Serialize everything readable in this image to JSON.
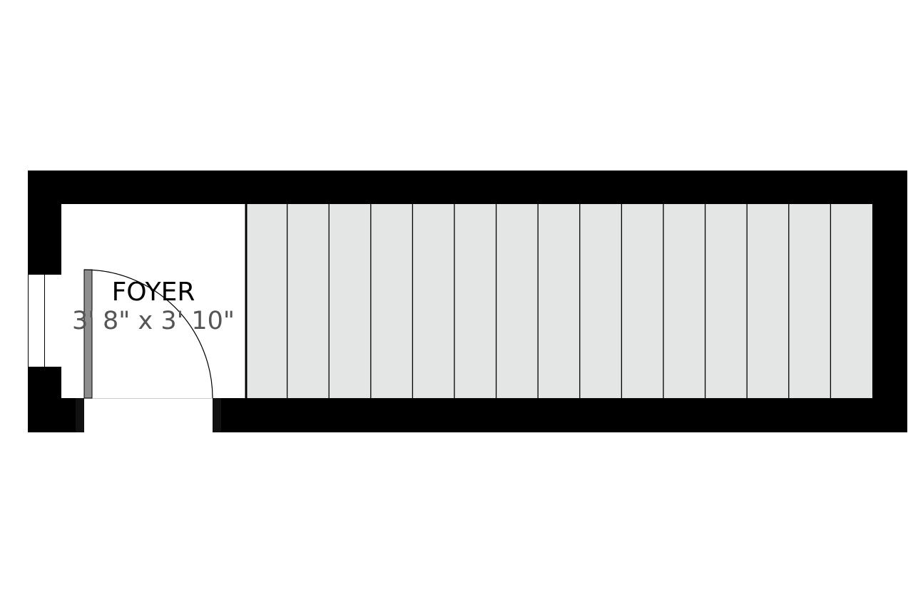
{
  "rooms": [
    {
      "name": "FOYER",
      "dimensions": "3' 8\" x 3' 10\""
    }
  ],
  "stairs": {
    "tread_count": 15
  },
  "colors": {
    "wall": "#000000",
    "floor": "#ffffff",
    "stair_fill": "#e3e6e5",
    "stair_line": "#000000",
    "door_leaf": "#8e8e8e",
    "dimension_text": "#555555"
  }
}
